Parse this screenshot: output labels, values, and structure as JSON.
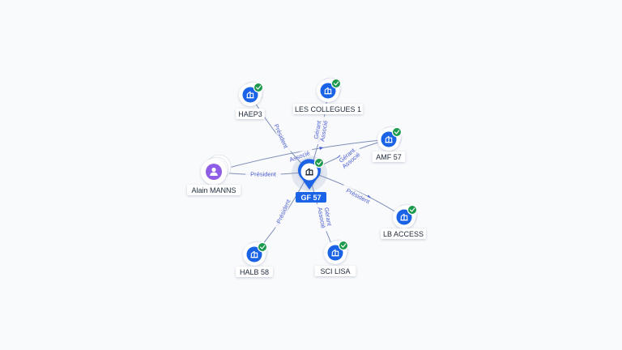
{
  "center": {
    "label": "GF 57",
    "icon": "company-icon",
    "verified": true
  },
  "person": {
    "label": "Alain MANNS",
    "icon": "person-icon"
  },
  "companies": [
    {
      "id": "haep3",
      "label": "HAEP3",
      "icon": "company-icon",
      "verified": true
    },
    {
      "id": "les-collegues-1",
      "label": "LES COLLEGUES 1",
      "icon": "company-icon",
      "verified": true
    },
    {
      "id": "amf-57",
      "label": "AMF 57",
      "icon": "company-icon",
      "verified": true
    },
    {
      "id": "lb-access",
      "label": "LB ACCESS",
      "icon": "company-icon",
      "verified": true
    },
    {
      "id": "sci-lisa",
      "label": "SCI LISA",
      "icon": "company-icon",
      "verified": true
    },
    {
      "id": "halb-58",
      "label": "HALB 58",
      "icon": "company-icon",
      "verified": true
    }
  ],
  "edges": [
    {
      "from": "person",
      "to": "center",
      "label": "Président"
    },
    {
      "from": "person",
      "to": "amf-57",
      "label": "Associé"
    },
    {
      "from": "haep3",
      "to": "center",
      "label": "Président"
    },
    {
      "from": "les-collegues-1",
      "to": "center",
      "label": "Gérant\nAssocié"
    },
    {
      "from": "amf-57",
      "to": "center",
      "label": "Gérant\nAssocié"
    },
    {
      "from": "center",
      "to": "lb-access",
      "label": "Président"
    },
    {
      "from": "center",
      "to": "sci-lisa",
      "label": "Gérant\nAssocié"
    },
    {
      "from": "center",
      "to": "halb-58",
      "label": "Président"
    }
  ],
  "colors": {
    "company": "#1a63e6",
    "person": "#8f5de6",
    "verified": "#1d9a4e",
    "edge": "#7e8fb8",
    "edge_label": "#4a5fd0",
    "center_badge": "#1a63e6"
  }
}
